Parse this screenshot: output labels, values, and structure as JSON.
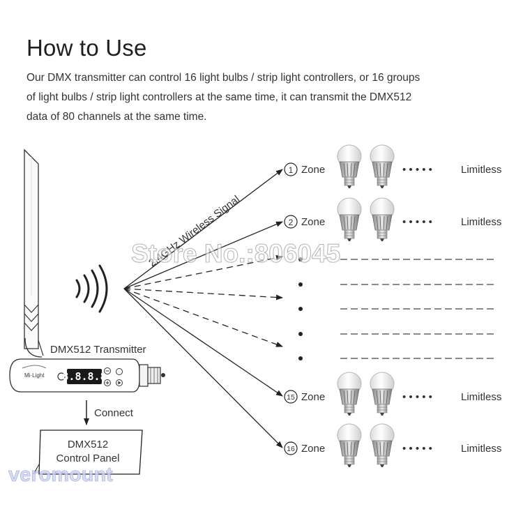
{
  "title": "How to Use",
  "description_lines": [
    "Our DMX transmitter can control 16 light bulbs / strip light controllers, or 16 groups",
    "of light bulbs / strip light controllers at the same time, it can transmit the DMX512",
    "data of 80 channels at the same time."
  ],
  "signal_label": "2.4GHz Wireless Signal",
  "transmitter_label": "DMX512 Transmitter",
  "transmitter_brand": "Mi·Light",
  "transmitter_display": "8.8.8.8",
  "connect_label": "Connect",
  "panel_label_lines": [
    "DMX512",
    "Control Panel"
  ],
  "zones": [
    {
      "number": "1",
      "label": "Zone",
      "limitless": "Limitless",
      "dots": "• • • • •"
    },
    {
      "number": "2",
      "label": "Zone",
      "limitless": "Limitless",
      "dots": "• • • • •"
    },
    {
      "number": "15",
      "label": "Zone",
      "limitless": "Limitless",
      "dots": "• • • • •"
    },
    {
      "number": "16",
      "label": "Zone",
      "limitless": "Limitless",
      "dots": "• • • • •"
    }
  ],
  "watermark_store": "Store No.:806045",
  "watermark_brand": "veromount"
}
